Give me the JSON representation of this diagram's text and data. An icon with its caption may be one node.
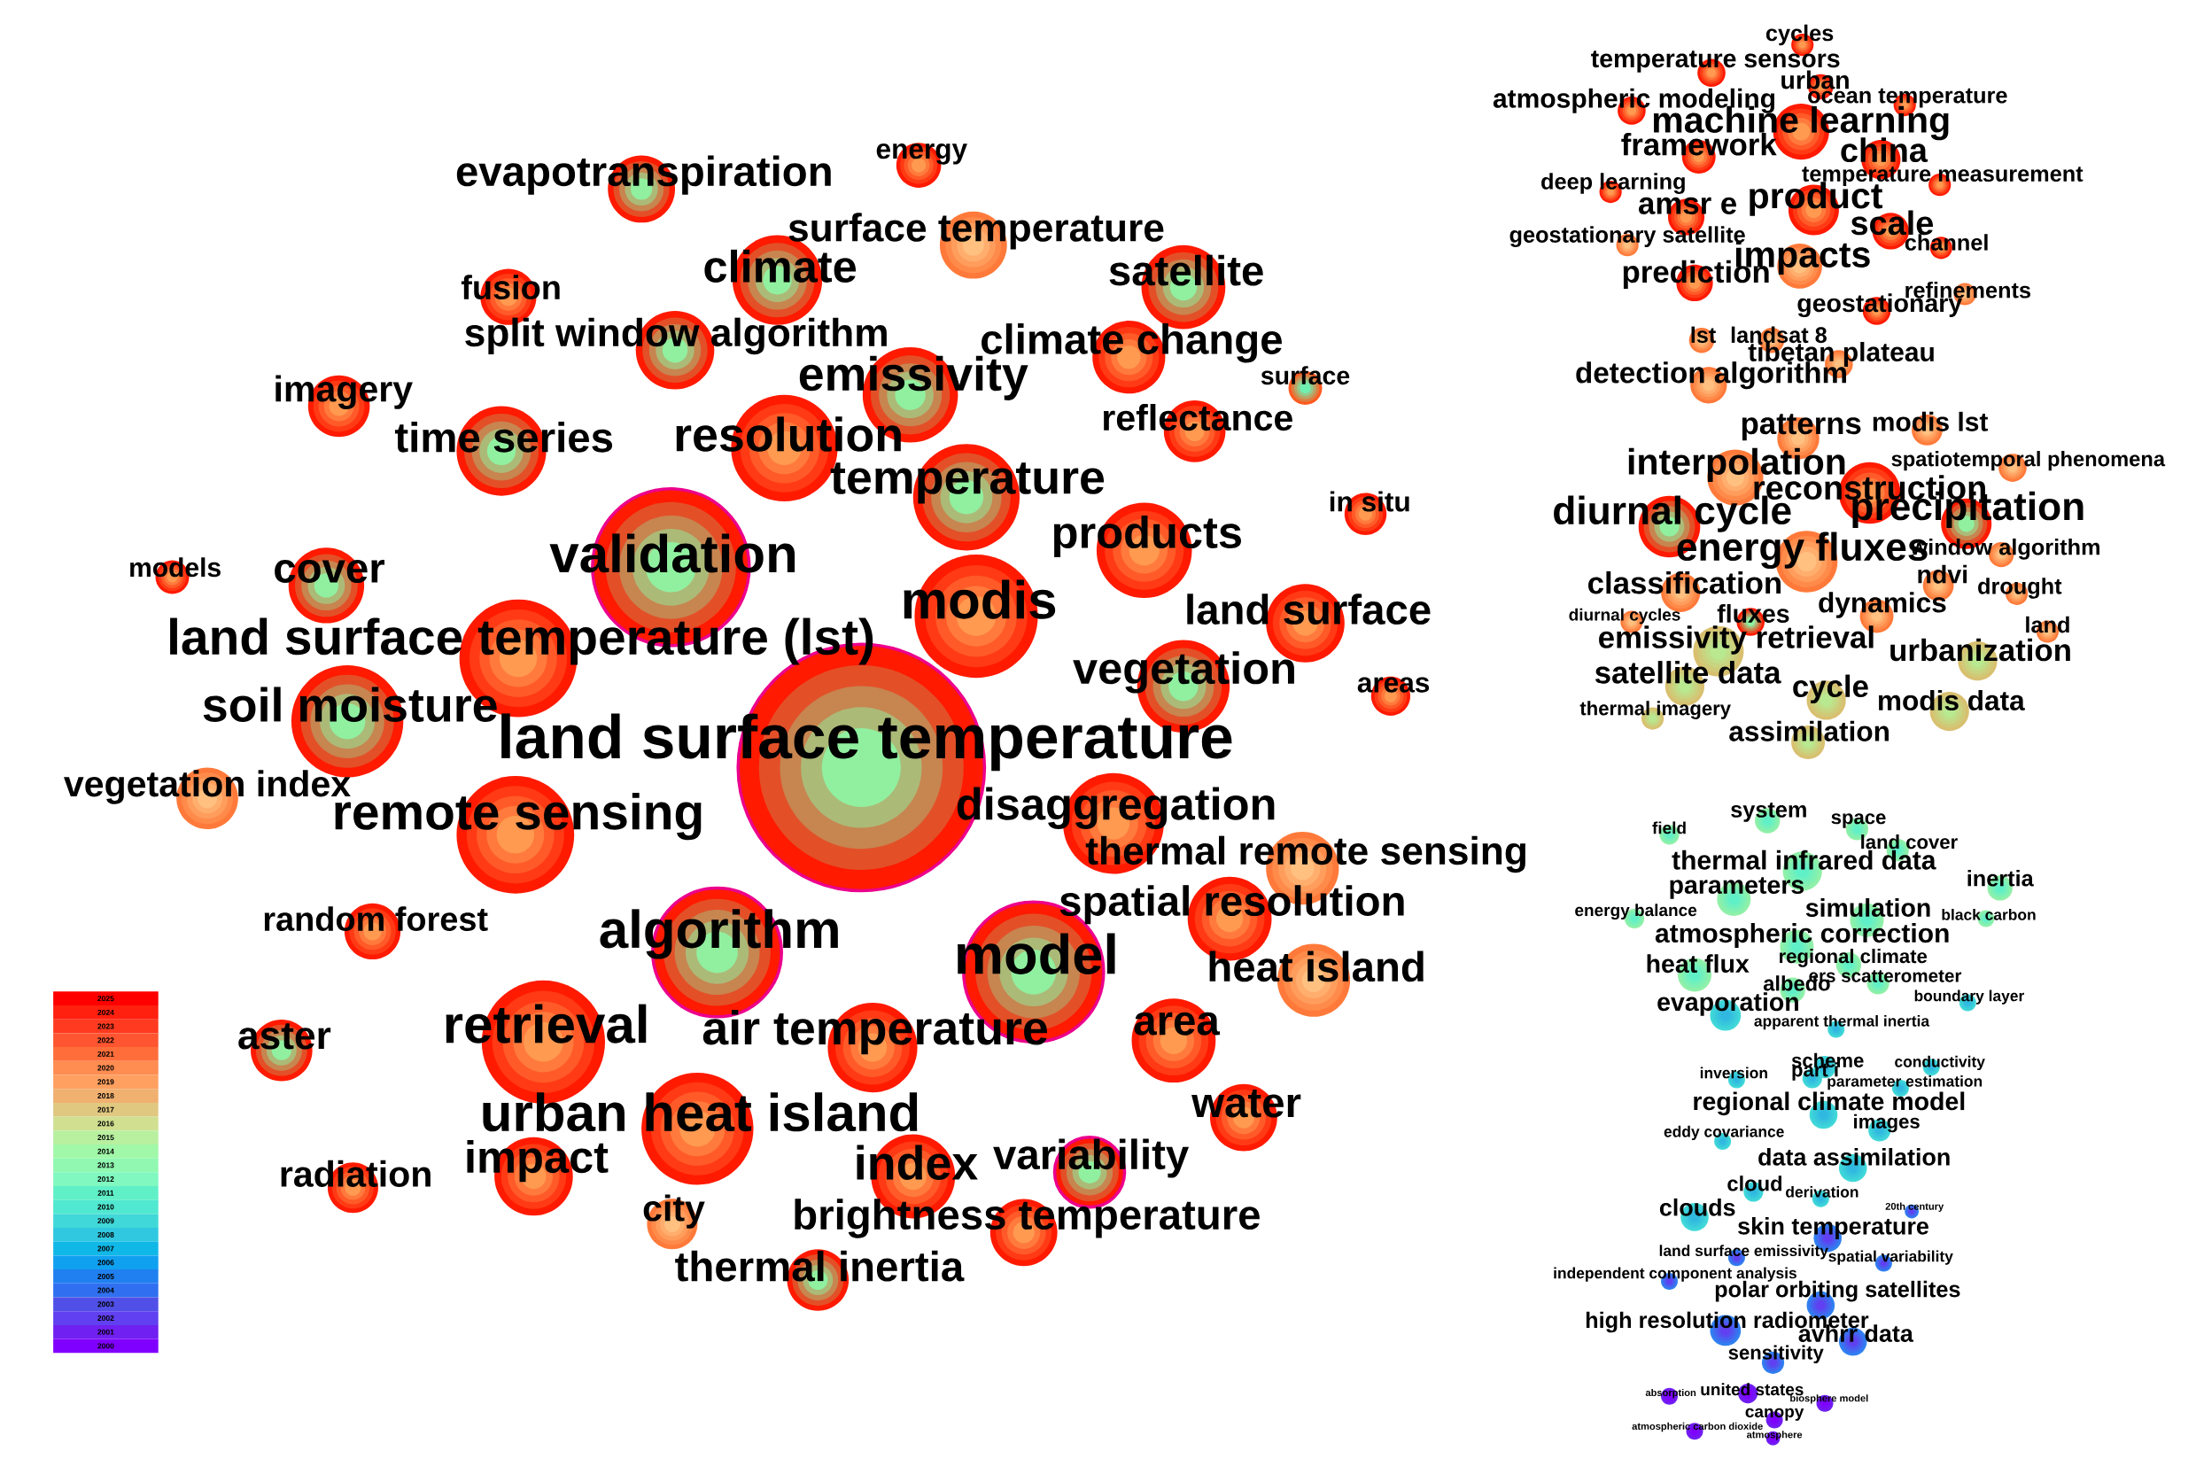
{
  "diagram": {
    "nodes": [
      {
        "text": [
          "evapotranspiration"
        ]
      },
      {
        "text": [
          "energy"
        ]
      },
      {
        "text": [
          "surface temperature"
        ]
      },
      {
        "text": [
          "climate"
        ]
      },
      {
        "text": [
          "satellite"
        ]
      },
      {
        "text": [
          "fusion"
        ]
      },
      {
        "text": [
          "split window algorithm"
        ]
      },
      {
        "text": [
          "climate change"
        ]
      },
      {
        "text": [
          "emissivity"
        ]
      },
      {
        "text": [
          "surface"
        ]
      },
      {
        "text": [
          "imagery"
        ]
      },
      {
        "text": [
          "time series"
        ]
      },
      {
        "text": [
          "resolution"
        ]
      },
      {
        "text": [
          "reflectance"
        ]
      },
      {
        "text": [
          "temperature"
        ]
      },
      {
        "text": [
          "in situ"
        ]
      },
      {
        "text": [
          "products"
        ]
      },
      {
        "text": [
          "validation"
        ]
      },
      {
        "text": [
          "models"
        ]
      },
      {
        "text": [
          "cover"
        ]
      },
      {
        "text": [
          "modis"
        ]
      },
      {
        "text": [
          "land surface"
        ]
      },
      {
        "text": [
          "land surface temperature (lst)"
        ]
      },
      {
        "text": [
          "vegetation"
        ]
      },
      {
        "text": [
          "areas"
        ]
      },
      {
        "text": [
          "soil moisture"
        ]
      },
      {
        "text": [
          "land surface temperature"
        ]
      },
      {
        "text": [
          "vegetation index"
        ]
      },
      {
        "text": [
          "remote sensing"
        ]
      },
      {
        "text": [
          "disaggregation"
        ]
      },
      {
        "text": [
          "thermal remote sensing"
        ]
      },
      {
        "text": [
          "random forest"
        ]
      },
      {
        "text": [
          "spatial resolution"
        ]
      },
      {
        "text": [
          "algorithm"
        ]
      },
      {
        "text": [
          "model"
        ]
      },
      {
        "text": [
          "heat island"
        ]
      },
      {
        "text": [
          "aster"
        ]
      },
      {
        "text": [
          "retrieval"
        ]
      },
      {
        "text": [
          "air temperature"
        ]
      },
      {
        "text": [
          "area"
        ]
      },
      {
        "text": [
          "urban heat island"
        ]
      },
      {
        "text": [
          "water"
        ]
      },
      {
        "text": [
          "radiation"
        ]
      },
      {
        "text": [
          "impact"
        ]
      },
      {
        "text": [
          "index"
        ]
      },
      {
        "text": [
          "variability"
        ]
      },
      {
        "text": [
          "city"
        ]
      },
      {
        "text": [
          "brightness temperature"
        ]
      },
      {
        "text": [
          "thermal inertia"
        ]
      },
      {
        "text": [
          "cycles"
        ]
      },
      {
        "text": [
          "temperature sensors"
        ]
      },
      {
        "text": [
          "urban"
        ]
      },
      {
        "text": [
          "atmospheric modeling"
        ]
      },
      {
        "text": [
          "ocean temperature"
        ]
      },
      {
        "text": [
          "machine learning"
        ]
      },
      {
        "text": [
          "framework"
        ]
      },
      {
        "text": [
          "china"
        ]
      },
      {
        "text": [
          "temperature measurement"
        ]
      },
      {
        "text": [
          "deep learning"
        ]
      },
      {
        "text": [
          "amsr e"
        ]
      },
      {
        "text": [
          "product"
        ]
      },
      {
        "text": [
          "scale"
        ]
      },
      {
        "text": [
          "geostationary satellite"
        ]
      },
      {
        "text": [
          "channel"
        ]
      },
      {
        "text": [
          "impacts"
        ]
      },
      {
        "text": [
          "prediction"
        ]
      },
      {
        "text": [
          "refinements"
        ]
      },
      {
        "text": [
          "geostationary"
        ]
      },
      {
        "text": [
          "lst"
        ]
      },
      {
        "text": [
          "landsat 8"
        ]
      },
      {
        "text": [
          "tibetan plateau"
        ]
      },
      {
        "text": [
          "detection algorithm"
        ]
      },
      {
        "text": [
          "patterns"
        ]
      },
      {
        "text": [
          "modis lst"
        ]
      },
      {
        "text": [
          "interpolation"
        ]
      },
      {
        "text": [
          "spatiotemporal phenomena"
        ]
      },
      {
        "text": [
          "reconstruction"
        ]
      },
      {
        "text": [
          "diurnal cycle"
        ]
      },
      {
        "text": [
          "precipitation"
        ]
      },
      {
        "text": [
          "energy fluxes"
        ]
      },
      {
        "text": [
          "window algorithm"
        ]
      },
      {
        "text": [
          "classification"
        ]
      },
      {
        "text": [
          "ndvi"
        ]
      },
      {
        "text": [
          "drought"
        ]
      },
      {
        "text": [
          "diurnal cycles"
        ]
      },
      {
        "text": [
          "fluxes"
        ]
      },
      {
        "text": [
          "dynamics"
        ]
      },
      {
        "text": [
          "land"
        ]
      },
      {
        "text": [
          "emissivity retrieval"
        ]
      },
      {
        "text": [
          "urbanization"
        ]
      },
      {
        "text": [
          "satellite data"
        ]
      },
      {
        "text": [
          "cycle"
        ]
      },
      {
        "text": [
          "modis data"
        ]
      },
      {
        "text": [
          "thermal imagery"
        ]
      },
      {
        "text": [
          "assimilation"
        ]
      },
      {
        "text": [
          "field"
        ]
      },
      {
        "text": [
          "system"
        ]
      },
      {
        "text": [
          "space"
        ]
      },
      {
        "text": [
          "land cover"
        ]
      },
      {
        "text": [
          "thermal infrared data"
        ]
      },
      {
        "text": [
          "inertia"
        ]
      },
      {
        "text": [
          "parameters"
        ]
      },
      {
        "text": [
          "simulation"
        ]
      },
      {
        "text": [
          "energy balance"
        ]
      },
      {
        "text": [
          "black carbon"
        ]
      },
      {
        "text": [
          "atmospheric correction"
        ]
      },
      {
        "text": [
          "heat flux"
        ]
      },
      {
        "text": [
          "regional climate"
        ]
      },
      {
        "text": [
          "albedo"
        ]
      },
      {
        "text": [
          "ers scatterometer"
        ]
      },
      {
        "text": [
          "boundary layer"
        ]
      },
      {
        "text": [
          "evaporation"
        ]
      },
      {
        "text": [
          "apparent thermal inertia"
        ]
      },
      {
        "text": [
          "scheme"
        ]
      },
      {
        "text": [
          "conductivity"
        ]
      },
      {
        "text": [
          "inversion"
        ]
      },
      {
        "text": [
          "part i"
        ]
      },
      {
        "text": [
          "parameter estimation"
        ]
      },
      {
        "text": [
          "regional climate model"
        ]
      },
      {
        "text": [
          "images"
        ]
      },
      {
        "text": [
          "eddy covariance"
        ]
      },
      {
        "text": [
          "data assimilation"
        ]
      },
      {
        "text": [
          "cloud"
        ]
      },
      {
        "text": [
          "derivation"
        ]
      },
      {
        "text": [
          "20th century"
        ]
      },
      {
        "text": [
          "clouds"
        ]
      },
      {
        "text": [
          "skin temperature"
        ]
      },
      {
        "text": [
          "land surface emissivity"
        ]
      },
      {
        "text": [
          "spatial variability"
        ]
      },
      {
        "text": [
          "independent component analysis"
        ]
      },
      {
        "text": [
          "polar orbiting satellites"
        ]
      },
      {
        "text": [
          "high resolution radiometer"
        ]
      },
      {
        "text": [
          "avhrr data"
        ]
      },
      {
        "text": [
          "sensitivity"
        ]
      },
      {
        "text": [
          "absorption"
        ]
      },
      {
        "text": [
          "united states"
        ]
      },
      {
        "text": [
          "biosphere model"
        ]
      },
      {
        "text": [
          "canopy"
        ]
      },
      {
        "text": [
          "atmospheric carbon dioxide"
        ]
      },
      {
        "text": [
          "atmosphere"
        ]
      }
    ],
    "legend": [
      {
        "text": "2025",
        "color": "#ff0000"
      },
      {
        "text": "2024",
        "color": "#ff2010"
      },
      {
        "text": "2023",
        "color": "#ff3a20"
      },
      {
        "text": "2022",
        "color": "#ff5530"
      },
      {
        "text": "2021",
        "color": "#ff6e3a"
      },
      {
        "text": "2020",
        "color": "#ff8c50"
      },
      {
        "text": "2019",
        "color": "#ffa060"
      },
      {
        "text": "2018",
        "color": "#f0b070"
      },
      {
        "text": "2017",
        "color": "#e0c880"
      },
      {
        "text": "2016",
        "color": "#d0e090"
      },
      {
        "text": "2015",
        "color": "#b8f0a0"
      },
      {
        "text": "2014",
        "color": "#a0f8a8"
      },
      {
        "text": "2013",
        "color": "#90f8b0"
      },
      {
        "text": "2012",
        "color": "#80f8c0"
      },
      {
        "text": "2011",
        "color": "#60f0c8"
      },
      {
        "text": "2010",
        "color": "#50e8d0"
      },
      {
        "text": "2009",
        "color": "#40d8d8"
      },
      {
        "text": "2008",
        "color": "#30c8e0"
      },
      {
        "text": "2007",
        "color": "#10b8e8"
      },
      {
        "text": "2006",
        "color": "#10a0f0"
      },
      {
        "text": "2005",
        "color": "#2080f0"
      },
      {
        "text": "2004",
        "color": "#3070f0"
      },
      {
        "text": "2003",
        "color": "#5050e8"
      },
      {
        "text": "2002",
        "color": "#6040f0"
      },
      {
        "text": "2001",
        "color": "#7020f0"
      },
      {
        "text": "2000",
        "color": "#8000ff"
      }
    ]
  }
}
